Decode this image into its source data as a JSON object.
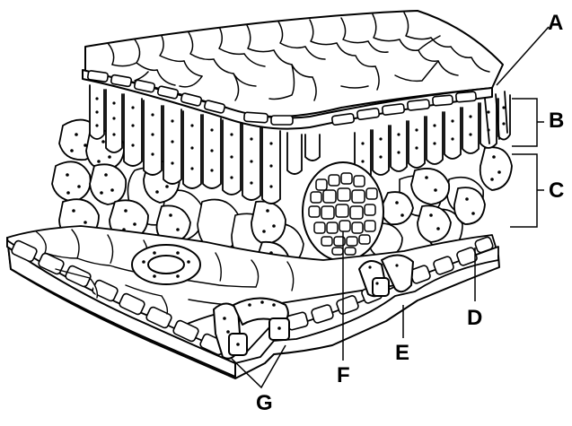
{
  "labels": {
    "A": "A",
    "B": "B",
    "C": "C",
    "D": "D",
    "E": "E",
    "F": "F",
    "G": "G"
  },
  "style": {
    "stroke": "#000000",
    "fill": "#ffffff"
  }
}
